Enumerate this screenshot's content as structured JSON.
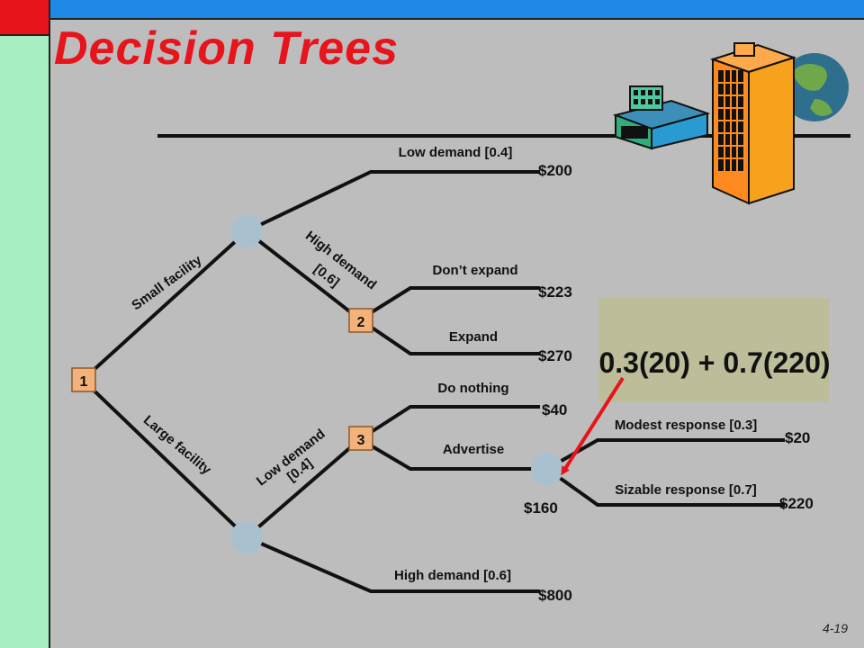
{
  "title": "Decision Trees",
  "page_number": "4-19",
  "nodes": {
    "root": "1",
    "node2": "2",
    "node3": "3"
  },
  "branches": {
    "small_facility": "Small facility",
    "large_facility": "Large facility",
    "small_low_demand": "Low demand [0.4]",
    "small_high_demand_l1": "High demand",
    "small_high_demand_l2": "[0.6]",
    "dont_expand": "Don’t expand",
    "expand": "Expand",
    "large_low_demand_l1": "Low demand",
    "large_low_demand_l2": "[0.4]",
    "do_nothing": "Do nothing",
    "advertise": "Advertise",
    "modest_response": "Modest response [0.3]",
    "sizable_response": "Sizable response [0.7]",
    "large_high_demand": "High demand [0.6]"
  },
  "payoffs": {
    "p200": "$200",
    "p223": "$223",
    "p270": "$270",
    "p40": "$40",
    "p20": "$20",
    "p220": "$220",
    "p160": "$160",
    "p800": "$800"
  },
  "callout": {
    "text": "0.3(20) + 0.7(220)"
  },
  "colors": {
    "title": "#e8141b",
    "node_square": "#f2b27a",
    "chance_circle": "#a9c1cf",
    "callout_bg": "#bdbd9a",
    "arrow": "#e8141b"
  }
}
